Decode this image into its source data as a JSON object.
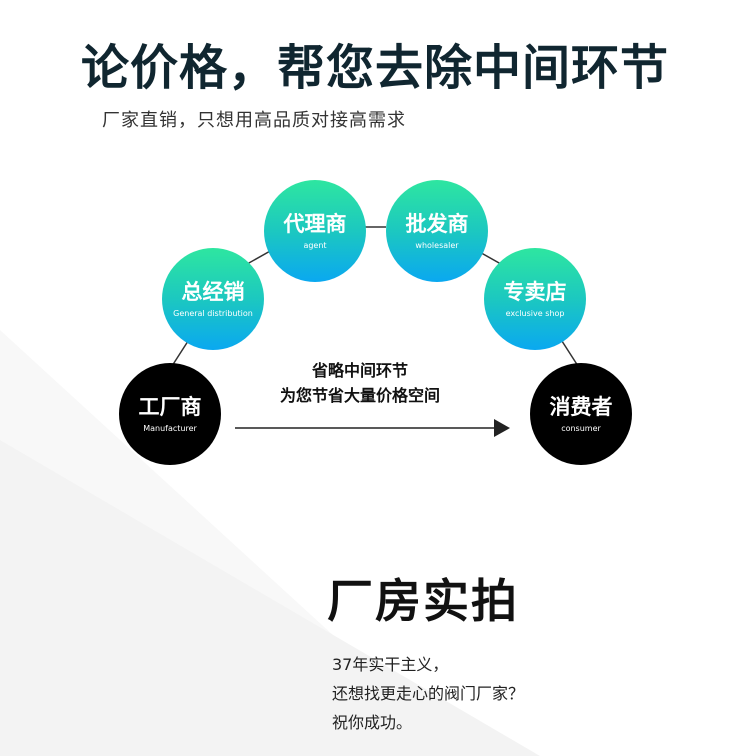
{
  "headline": "论价格，帮您去除中间环节",
  "subline": "厂家直销，只想用高品质对接高需求",
  "nodes": {
    "factory": {
      "cn": "工厂商",
      "en": "Manufacturer"
    },
    "general": {
      "cn": "总经销",
      "en": "General distribution"
    },
    "agent": {
      "cn": "代理商",
      "en": "agent"
    },
    "wholesaler": {
      "cn": "批发商",
      "en": "wholesaler"
    },
    "exclusive": {
      "cn": "专卖店",
      "en": "exclusive shop"
    },
    "consumer": {
      "cn": "消费者",
      "en": "consumer"
    }
  },
  "middle": {
    "line1": "省略中间环节",
    "line2": "为您节省大量价格空间"
  },
  "section": {
    "title": "厂房实拍",
    "lines": [
      "37年实干主义，",
      "还想找更走心的阀门厂家？",
      "祝你成功。"
    ]
  },
  "colors": {
    "gradient_top": "#2ee6a0",
    "gradient_bottom": "#0aa8f0",
    "dark_circle": "#000000",
    "headline": "#102630"
  }
}
